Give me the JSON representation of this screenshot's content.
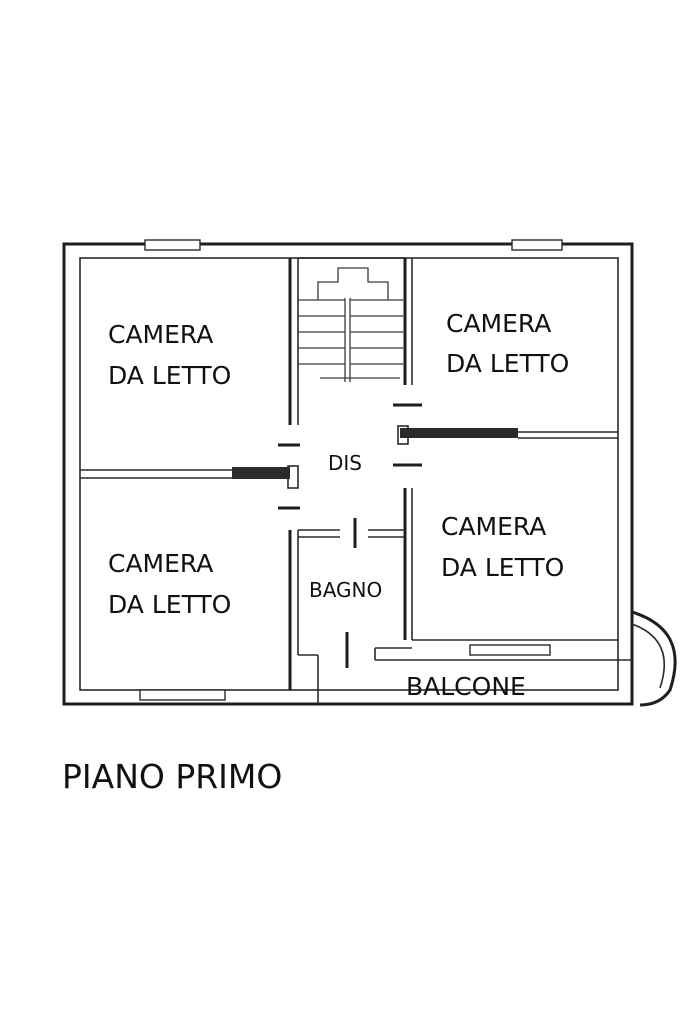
{
  "rooms": {
    "bedroom_top_left": [
      "CAMERA",
      "DA LETTO"
    ],
    "bedroom_top_right": [
      "CAMERA",
      "DA LETTO"
    ],
    "bedroom_bottom_left": [
      "CAMERA",
      "DA LETTO"
    ],
    "bedroom_bottom_right": [
      "CAMERA",
      "DA LETTO"
    ],
    "hallway": "DIS",
    "bathroom": "BAGNO",
    "balcony": "BALCONE"
  },
  "floor_title": "PIANO PRIMO"
}
